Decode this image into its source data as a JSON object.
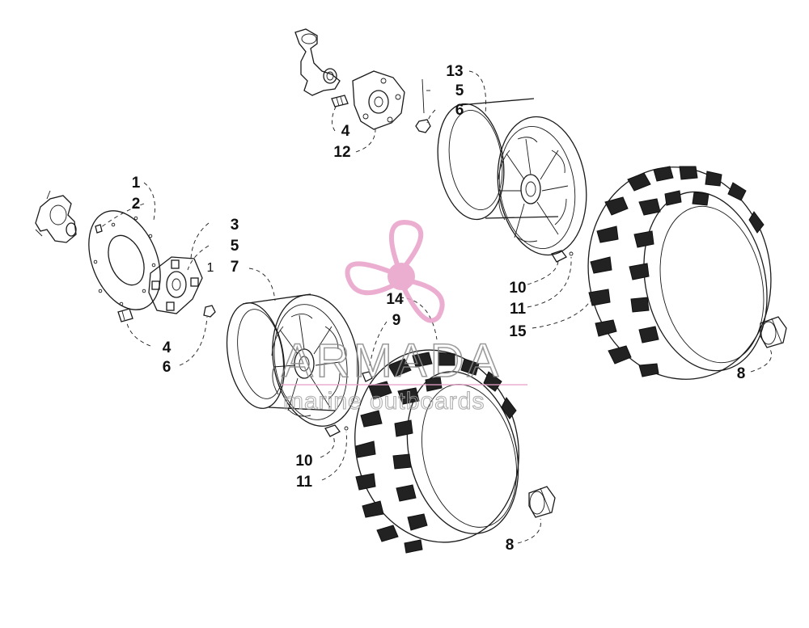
{
  "callouts": {
    "top": [
      "13",
      "5",
      "6",
      "4",
      "12"
    ],
    "left": [
      "1",
      "2",
      "3",
      "5",
      "7",
      "1",
      "4",
      "6"
    ],
    "middle": [
      "14",
      "9",
      "10",
      "11"
    ],
    "right": [
      "10",
      "11",
      "15",
      "8"
    ],
    "bottom": [
      "8"
    ]
  },
  "watermark": {
    "title": "ARMADA",
    "subtitle": "marine outboards",
    "color": "#e8a0c8"
  },
  "colors": {
    "line": "#1a1a1a",
    "background": "#ffffff",
    "logo_pink": "#e8a0c8"
  }
}
